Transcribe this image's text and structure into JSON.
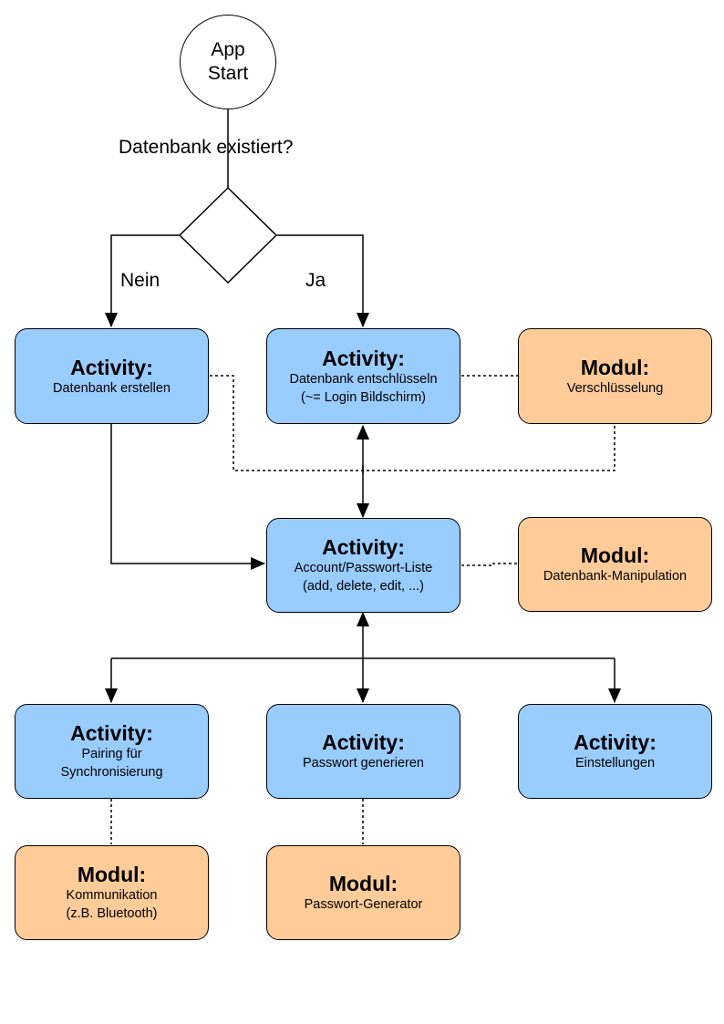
{
  "start": {
    "line1": "App",
    "line2": "Start"
  },
  "decision": {
    "question": "Datenbank existiert?",
    "no_label": "Nein",
    "yes_label": "Ja"
  },
  "activities": {
    "create_db": {
      "title": "Activity:",
      "line1": "Datenbank erstellen"
    },
    "decrypt_db": {
      "title": "Activity:",
      "line1": "Datenbank entschlüsseln",
      "line2": "(~= Login Bildschirm)"
    },
    "account_list": {
      "title": "Activity:",
      "line1": "Account/Passwort-Liste",
      "line2": "(add, delete, edit, ...)"
    },
    "pairing": {
      "title": "Activity:",
      "line1": "Pairing für",
      "line2": "Synchronisierung"
    },
    "generate_pw": {
      "title": "Activity:",
      "line1": "Passwort generieren"
    },
    "settings": {
      "title": "Activity:",
      "line1": "Einstellungen"
    }
  },
  "modules": {
    "encryption": {
      "title": "Modul:",
      "line1": "Verschlüsselung"
    },
    "db_manipulation": {
      "title": "Modul:",
      "line1": "Datenbank-Manipulation"
    },
    "communication": {
      "title": "Modul:",
      "line1": "Kommunikation",
      "line2": "(z.B. Bluetooth)"
    },
    "pw_generator": {
      "title": "Modul:",
      "line1": "Passwort-Generator"
    }
  },
  "colors": {
    "activity": "#99ccff",
    "module": "#ffcc99",
    "stroke": "#000000"
  }
}
